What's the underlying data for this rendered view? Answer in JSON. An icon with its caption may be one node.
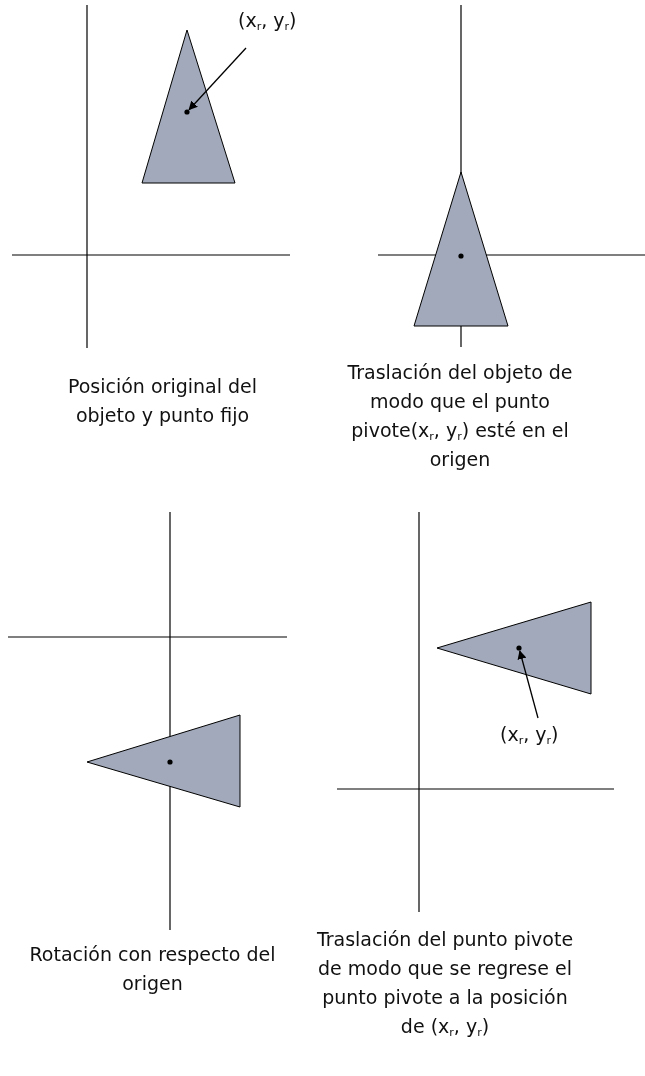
{
  "diagram": {
    "nodes": [
      {
        "text": [
          "(x$_{r}$, y$_{r}$)"
        ]
      },
      {
        "text": [],
        "shape": "circle"
      },
      {
        "text": [
          "(x$_{r}$, y$_{r}$)"
        ]
      },
      {
        "text": [],
        "shape": "circle"
      }
    ],
    "edges": [
      {
        "from": 0,
        "to": 1,
        "arrow": "to"
      },
      {
        "from": 2,
        "to": 3,
        "arrow": "to"
      }
    ],
    "labels": [
      "Posición original del objeto y punto fijo",
      "Traslación del objeto de modo que el punto pivote(x$_{r}$, y$_{r}$) esté en el origen",
      "Rotación con respecto del origen",
      "Traslación del punto pivote de modo que se regrese el punto pivote a la posición de (x$_{r}$, y$_{r}$)"
    ]
  }
}
